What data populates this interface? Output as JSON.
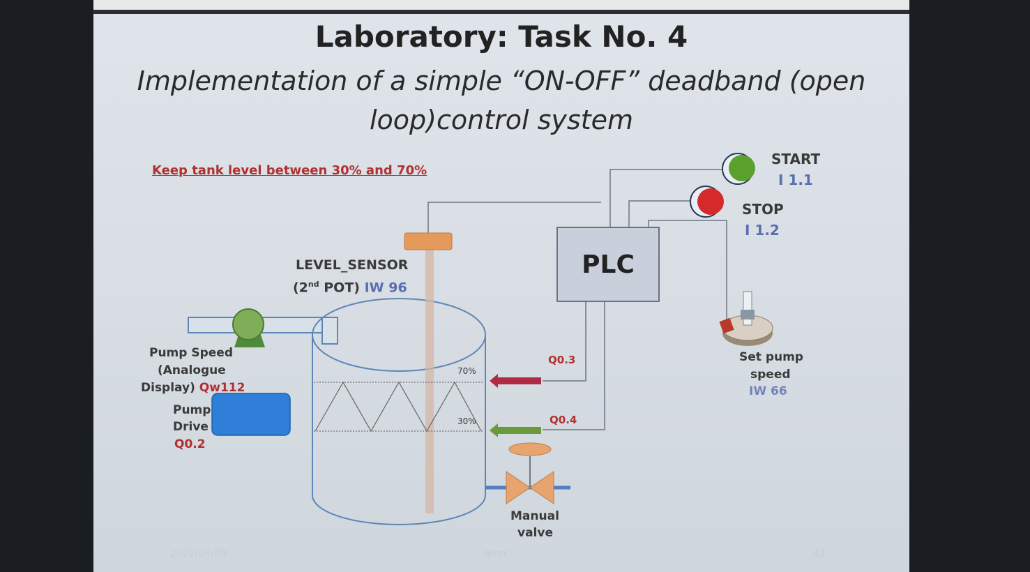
{
  "slide": {
    "title": "Laboratory: Task No. 4",
    "subtitle": "Implementation of a simple “ON-OFF” deadband (open loop)control system",
    "goal": "Keep tank level between 30% and 70%",
    "plc": "PLC",
    "start": {
      "label": "START",
      "address": "I 1.1"
    },
    "stop": {
      "label": "STOP",
      "address": "I 1.2"
    },
    "level_sensor": {
      "label": "LEVEL_SENSOR",
      "pot_prefix": "(2",
      "pot_sup": "nd",
      "pot_suffix": " POT)",
      "address": "IW 96"
    },
    "pump_speed": {
      "line1": "Pump Speed",
      "line2": "(Analogue",
      "line3": "Display)",
      "address": "Qw112"
    },
    "pump_drive": {
      "line1": "Pump",
      "line2": "Drive",
      "address": "Q0.2"
    },
    "set_speed": {
      "line1": "Set pump",
      "line2": "speed",
      "address": "IW 66"
    },
    "high_level": {
      "percent": "70%",
      "address": "Q0.3"
    },
    "low_level": {
      "percent": "30%",
      "address": "Q0.4"
    },
    "manual_valve": {
      "line1": "Manual",
      "line2": "valve"
    },
    "footer": {
      "date": "2021/04/09",
      "center": "amtc",
      "page": "41"
    }
  },
  "colors": {
    "start_button": "#5aa02c",
    "stop_button": "#d42a2a",
    "pump_drive": "#2f7fd8",
    "sensor_head": "#e59a5c",
    "valve": "#e8a46e",
    "high_arrow": "#b02a44",
    "low_arrow": "#6a9a3a"
  }
}
